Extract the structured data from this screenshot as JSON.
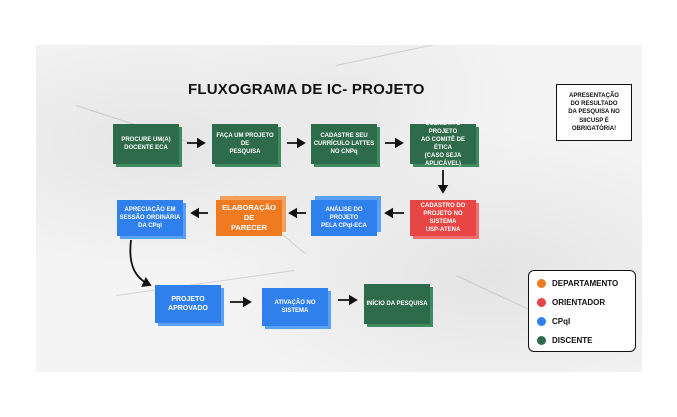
{
  "title": "FLUXOGRAMA DE IC- PROJETO",
  "notice": "APRESENTAÇÃO\nDO RESULTADO\nDA PESQUISA NO\nSIICUSP É\nOBRIGATÓRIA!",
  "steps": {
    "procure": "PROCURE UM(A)\nDOCENTE ECA",
    "faca": "FAÇA UM PROJETO DE\nPESQUISA",
    "cadastre": "CADASTRE SEU\nCURRÍCULO LATTES\nNO CNPq",
    "submeta": "SUBMETA O PROJETO\nAO COMITÊ DE ÉTICA\n(CASO SEJA\nAPLICÁVEL)",
    "cadastro": "CADASTRO DO\nPROJETO NO SISTEMA\nUSP-ATENA",
    "analise": "ANÁLISE DO PROJETO\nPELA CPqI-ECA",
    "elaboracao": "ELABORAÇÃO DE\nPARECER",
    "apreciacao": "APRECIAÇÃO EM\nSESSÃO ORDINÁRIA\nDA CPqI",
    "aprovado": "PROJETO\nAPROVADO",
    "ativacao": "ATIVAÇÃO NO\nSISTEMA",
    "inicio": "INÍCIO DA PESQUISA"
  },
  "legend": [
    {
      "label": "DEPARTAMENTO",
      "color": "#f07a21"
    },
    {
      "label": "ORIENTADOR",
      "color": "#e84545"
    },
    {
      "label": "CPqI",
      "color": "#2f80ed"
    },
    {
      "label": "DISCENTE",
      "color": "#2e6b4a"
    }
  ]
}
